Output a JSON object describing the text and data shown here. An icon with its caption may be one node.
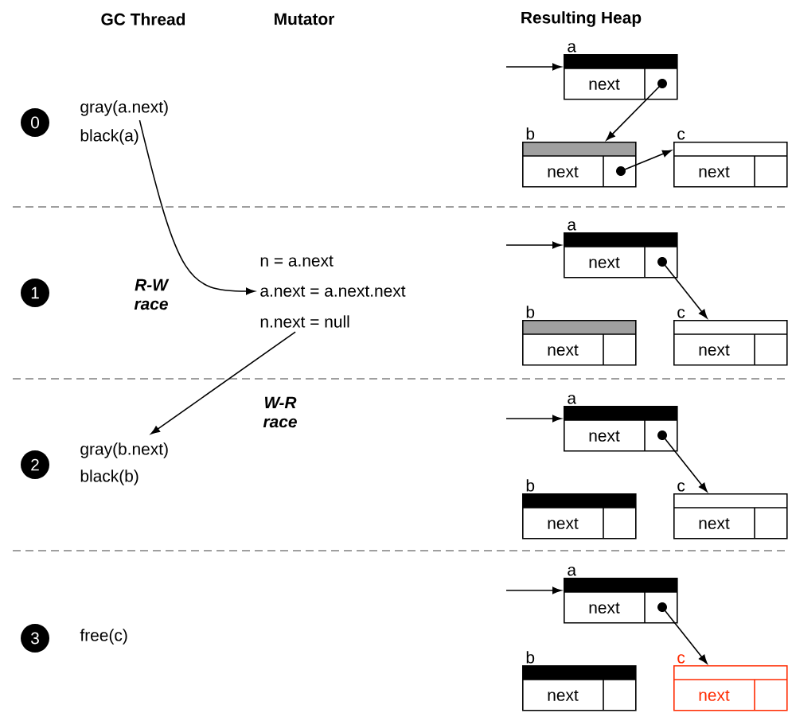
{
  "diagram": {
    "nodes": [
      {
        "text": [
          "0"
        ]
      },
      {
        "text": [
          "gray(a.next)"
        ]
      },
      {
        "text": [
          "next"
        ],
        "beside": [
          "a"
        ]
      },
      {
        "text": [
          "next"
        ],
        "beside": [
          "b"
        ]
      },
      {
        "text": [
          "next"
        ],
        "beside": [
          "c"
        ]
      },
      {
        "text": [
          "1"
        ]
      },
      {
        "text": [
          "a.next = a.next.next"
        ]
      },
      {
        "text": [
          "n.next = null"
        ]
      },
      {
        "text": [
          "next"
        ],
        "beside": [
          "a"
        ]
      },
      {
        "text": [
          "next"
        ],
        "beside": [
          "b"
        ]
      },
      {
        "text": [
          "next"
        ],
        "beside": [
          "c"
        ]
      },
      {
        "text": [
          "2"
        ]
      },
      {
        "text": [
          "gray(b.next)"
        ]
      },
      {
        "text": [
          "next"
        ],
        "beside": [
          "a"
        ]
      },
      {
        "text": [
          "next"
        ],
        "beside": [
          "b"
        ]
      },
      {
        "text": [
          "next"
        ],
        "beside": [
          "c"
        ]
      },
      {
        "text": [
          "3"
        ]
      },
      {
        "text": [
          "next"
        ],
        "beside": [
          "a"
        ]
      },
      {
        "text": [
          "next"
        ],
        "beside": [
          "b"
        ]
      },
      {
        "text": [
          "next"
        ],
        "beside": [
          "c"
        ]
      }
    ],
    "edges": [
      {
        "from": 1,
        "to": 6,
        "arrow": "to",
        "label": "R-W race"
      },
      {
        "from": 7,
        "to": 12,
        "arrow": "to",
        "label": "W-R race"
      },
      {
        "from": null,
        "to": 2,
        "arrow": "to"
      },
      {
        "from": 2,
        "to": 3,
        "arrow": "to"
      },
      {
        "from": 3,
        "to": 4,
        "arrow": "to"
      },
      {
        "from": null,
        "to": 8,
        "arrow": "to"
      },
      {
        "from": 8,
        "to": 10,
        "arrow": "to"
      },
      {
        "from": null,
        "to": 13,
        "arrow": "to"
      },
      {
        "from": 13,
        "to": 15,
        "arrow": "to"
      },
      {
        "from": null,
        "to": 17,
        "arrow": "to"
      },
      {
        "from": 17,
        "to": 19,
        "arrow": "to"
      }
    ],
    "labels": [
      "GC Thread",
      "Mutator",
      "Resulting Heap",
      "black(a)",
      "n = a.next",
      "black(b)",
      "free(c)"
    ]
  }
}
